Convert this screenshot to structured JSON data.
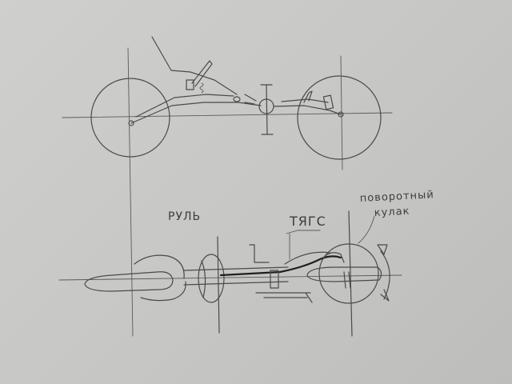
{
  "labels": {
    "steering_wheel": "РУЛЬ",
    "tie_rod": "ТЯГС",
    "knuckle_line1": "поворотный",
    "knuckle_line2": "кулак"
  },
  "colors": {
    "paper": "#c9c9c7",
    "pencil": "#4a4a4a",
    "ink": "#1f1f1f"
  }
}
